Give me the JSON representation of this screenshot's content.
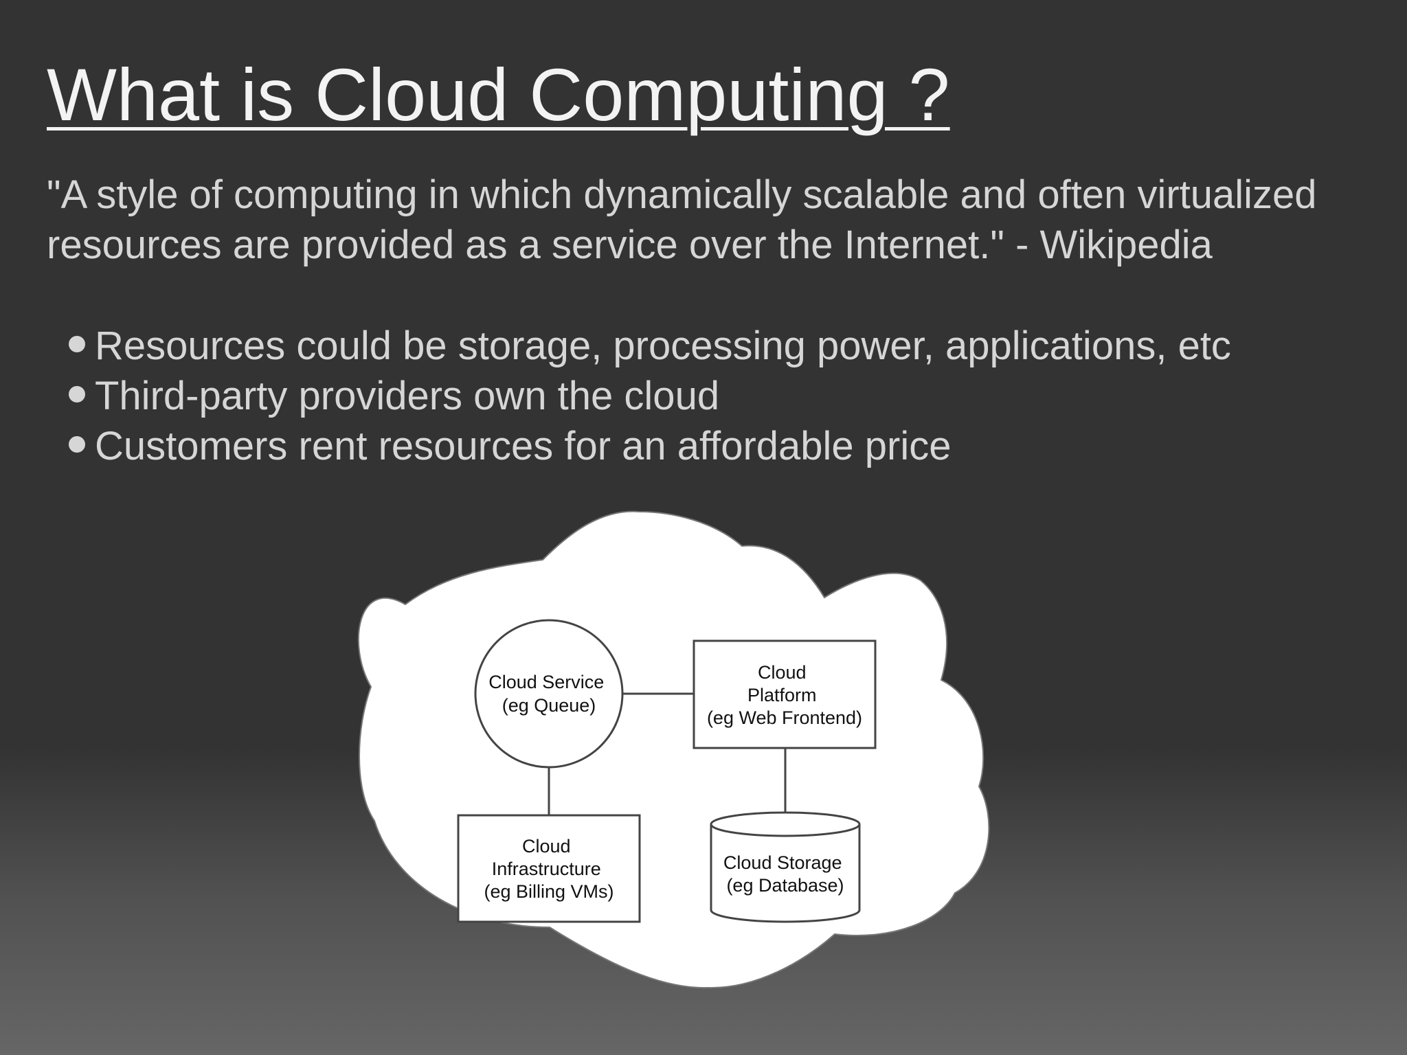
{
  "slide": {
    "title": "What is Cloud Computing ?",
    "quote": "\"A style of computing in which dynamically scalable and often virtualized resources are provided as a service over the Internet.\" - Wikipedia",
    "bullets": [
      "Resources could be storage, processing power, applications, etc",
      "Third-party providers own the cloud",
      "Customers rent resources for an affordable price"
    ]
  },
  "diagram": {
    "cloud_service": [
      "Cloud Service",
      "(eg Queue)"
    ],
    "cloud_platform": [
      "Cloud",
      "Platform",
      "(eg Web Frontend)"
    ],
    "cloud_infrastructure": [
      "Cloud",
      "Infrastructure",
      "(eg Billing VMs)"
    ],
    "cloud_storage": [
      "Cloud Storage",
      "(eg Database)"
    ]
  },
  "colors": {
    "background": "#333333",
    "title_text": "#f3f3f3",
    "body_text": "#d6d6d6",
    "cloud_fill": "#ffffff",
    "diagram_stroke": "#444444"
  }
}
